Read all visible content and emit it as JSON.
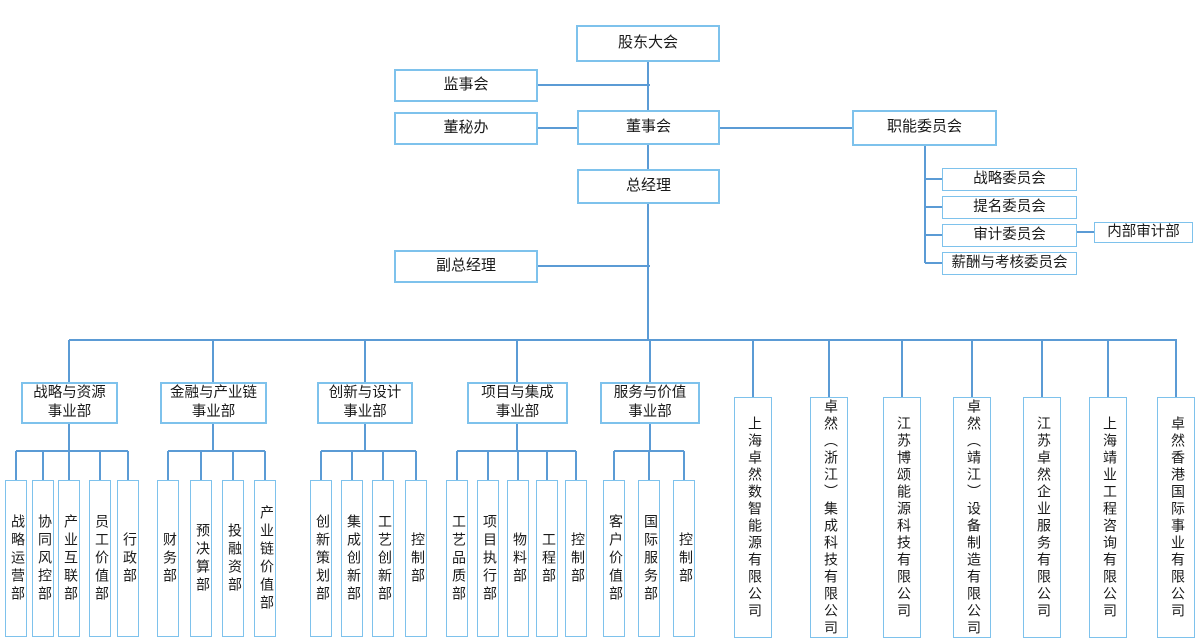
{
  "title": "公司组织架构图",
  "colors": {
    "box_border": "#7EC2EC",
    "connector_line": "#5B9BD5",
    "text": "#1a1a1a",
    "background": "#ffffff"
  },
  "governance": {
    "shareholders_meeting": "股东大会",
    "supervisory_board": "监事会",
    "board_secretary_office": "董秘办",
    "board_of_directors": "董事会",
    "functional_committees": "职能委员会",
    "general_manager": "总经理",
    "deputy_general_manager": "副总经理",
    "committees": [
      "战略委员会",
      "提名委员会",
      "审计委员会",
      "薪酬与考核委员会"
    ],
    "internal_audit_dept": "内部审计部"
  },
  "divisions": [
    {
      "label": "战略与资源\n事业部",
      "departments": [
        "战略运营部",
        "协同风控部",
        "产业互联部",
        "员工价值部",
        "行政部"
      ]
    },
    {
      "label": "金融与产业链\n事业部",
      "departments": [
        "财务部",
        "预决算部",
        "投融资部",
        "产业链价值部"
      ]
    },
    {
      "label": "创新与设计\n事业部",
      "departments": [
        "创新策划部",
        "集成创新部",
        "工艺创新部",
        "控制部"
      ]
    },
    {
      "label": "项目与集成\n事业部",
      "departments": [
        "工艺品质部",
        "项目执行部",
        "物料部",
        "工程部",
        "控制部"
      ]
    },
    {
      "label": "服务与价值\n事业部",
      "departments": [
        "客户价值部",
        "国际服务部",
        "控制部"
      ]
    }
  ],
  "subsidiaries": [
    "上海卓然数智能源有限公司",
    "卓然（浙江）集成科技有限公司",
    "江苏博颂能源科技有限公司",
    "卓然（靖江）设备制造有限公司",
    "江苏卓然企业服务有限公司",
    "上海靖业工程咨询有限公司",
    "卓然香港国际事业有限公司"
  ]
}
